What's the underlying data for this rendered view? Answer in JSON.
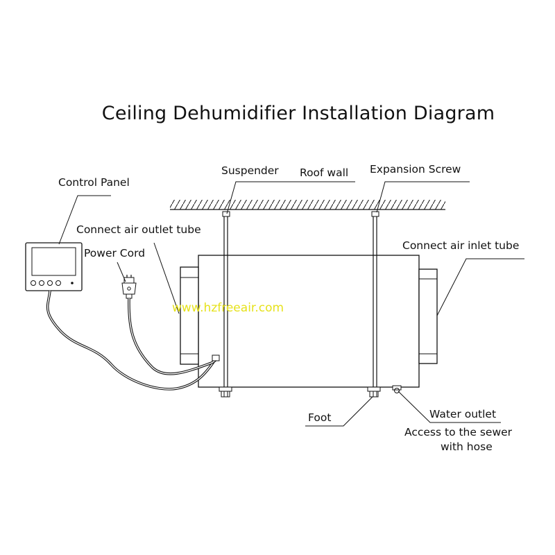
{
  "title": "Ceiling Dehumidifier Installation Diagram",
  "labels": {
    "control_panel": "Control Panel",
    "suspender": "Suspender",
    "roof_wall": "Roof wall",
    "expansion_screw": "Expansion Screw",
    "air_outlet_tube": "Connect air outlet tube",
    "power_cord": "Power Cord",
    "air_inlet_tube": "Connect air inlet tube",
    "foot": "Foot",
    "water_outlet": "Water outlet",
    "sewer_line1": "Access to the sewer",
    "sewer_line2": "with hose"
  },
  "watermark": "www.hzfreeair.com",
  "colors": {
    "line": "#111111",
    "watermark": "#e6e21c"
  }
}
